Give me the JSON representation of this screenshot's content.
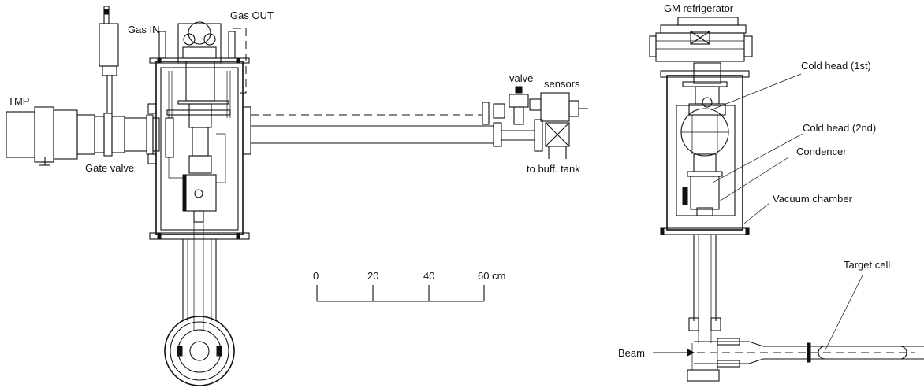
{
  "labels": {
    "tmp": "TMP",
    "gate_valve": "Gate valve",
    "gas_in": "Gas IN",
    "gas_out": "Gas OUT",
    "valve": "valve",
    "sensors": "sensors",
    "buff_tank": "to buff. tank",
    "gm_refrigerator": "GM refrigerator",
    "cold_head_1": "Cold head (1st)",
    "cold_head_2": "Cold head (2nd)",
    "condencer": "Condencer",
    "vacuum_chamber": "Vacuum chamber",
    "target_cell": "Target cell",
    "beam": "Beam"
  },
  "scale_bar": {
    "ticks": [
      "0",
      "20",
      "40",
      "60 cm"
    ]
  }
}
